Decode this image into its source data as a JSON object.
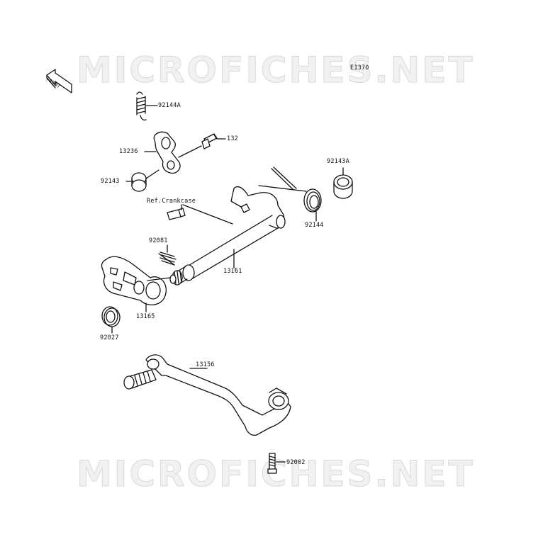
{
  "watermark": {
    "top_text": "MICROFICHES.NET",
    "bottom_text": "MICROFICHES.NET"
  },
  "diagram": {
    "code": "E1370",
    "front_arrow": "FRONT",
    "parts": [
      {
        "id": "p92144A",
        "number": "92144A",
        "name": "spring-small"
      },
      {
        "id": "p132",
        "number": "132",
        "name": "bolt"
      },
      {
        "id": "p13236",
        "number": "13236",
        "name": "lever-plate"
      },
      {
        "id": "p92143",
        "number": "92143",
        "name": "collar"
      },
      {
        "id": "p92143A",
        "number": "92143A",
        "name": "collar-a"
      },
      {
        "id": "p92144",
        "number": "92144",
        "name": "torsion-spring"
      },
      {
        "id": "pref",
        "number": "Ref.Crankcase",
        "name": "ref-crankcase"
      },
      {
        "id": "p92081",
        "number": "92081",
        "name": "spring"
      },
      {
        "id": "p13161",
        "number": "13161",
        "name": "shift-shaft"
      },
      {
        "id": "p13165",
        "number": "13165",
        "name": "shift-plate"
      },
      {
        "id": "p92027",
        "number": "92027",
        "name": "washer"
      },
      {
        "id": "p13156",
        "number": "13156",
        "name": "shift-pedal"
      },
      {
        "id": "p92002",
        "number": "92002",
        "name": "pedal-bolt"
      }
    ]
  }
}
